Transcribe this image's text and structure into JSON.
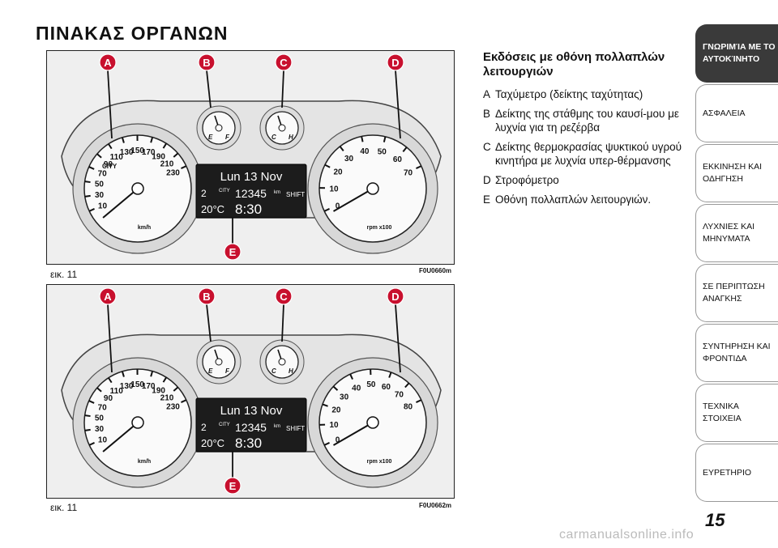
{
  "page_title": "ΠΙΝΑΚΑΣ ΟΡΓΑΝΩΝ",
  "figures": [
    {
      "caption": "εικ. 11",
      "code": "F0U0660m",
      "labels": [
        "A",
        "B",
        "C",
        "D",
        "E"
      ],
      "speedo_ticks": [
        "10",
        "30",
        "50",
        "70",
        "90",
        "110",
        "130",
        "150",
        "170",
        "190",
        "210",
        "230"
      ],
      "speedo_unit": "km/h",
      "tacho_ticks": [
        "0",
        "10",
        "20",
        "30",
        "40",
        "50",
        "60",
        "70"
      ],
      "tacho_unit": "rpm x100",
      "fuel_letters": [
        "E",
        "F"
      ],
      "temp_letters": [
        "C",
        "H"
      ],
      "city_label": "CITY",
      "display": {
        "line1": "Lun 13 Nov",
        "odo": "12345",
        "odo_unit": "km",
        "gear": "2",
        "temp": "20°C",
        "time": "8:30",
        "shift": "SHIFT",
        "city": "CITY"
      }
    },
    {
      "caption": "εικ. 11",
      "code": "F0U0662m",
      "labels": [
        "A",
        "B",
        "C",
        "D",
        "E"
      ],
      "speedo_ticks": [
        "10",
        "30",
        "50",
        "70",
        "90",
        "110",
        "130",
        "150",
        "170",
        "190",
        "210",
        "230"
      ],
      "speedo_unit": "km/h",
      "tacho_ticks": [
        "0",
        "10",
        "20",
        "30",
        "40",
        "50",
        "60",
        "70",
        "80"
      ],
      "tacho_unit": "rpm x100",
      "fuel_letters": [
        "E",
        "F"
      ],
      "temp_letters": [
        "C",
        "H"
      ],
      "city_label": "",
      "display": {
        "line1": "Lun 13 Nov",
        "odo": "12345",
        "odo_unit": "km",
        "gear": "2",
        "temp": "20°C",
        "time": "8:30",
        "shift": "SHIFT",
        "city": "CITY"
      }
    }
  ],
  "section": {
    "heading": "Εκδόσεις με οθόνη πολλαπλών λειτουργιών",
    "items": [
      {
        "key": "A",
        "text": "Ταχύμετρο (δείκτης ταχύτητας)"
      },
      {
        "key": "B",
        "text": "Δείκτης της στάθμης του καυσί-μου με λυχνία για τη ρεζέρβα"
      },
      {
        "key": "C",
        "text": "Δείκτης θερμοκρασίας ψυκτικού υγρού κινητήρα με λυχνία υπερ-θέρμανσης"
      },
      {
        "key": "D",
        "text": "Στροφόμετρο"
      },
      {
        "key": "E",
        "text": "Οθόνη πολλαπλών λειτουργιών."
      }
    ]
  },
  "tabs": [
    {
      "label": "ΓΝΩΡΙΜΊΑ ΜΕ ΤΟ\nΑΥΤΟΚΊΝΗΤΟ",
      "active": true
    },
    {
      "label": "ΑΣΦΑΛΕΙΑ",
      "active": false
    },
    {
      "label": "ΕΚΚΙΝΗΣΗ ΚΑΙ\nΟΔΗΓΗΣΗ",
      "active": false
    },
    {
      "label": "ΛΥΧΝΙΕΣ ΚΑΙ\nΜΗΝΥΜΑΤΑ",
      "active": false
    },
    {
      "label": "ΣΕ ΠΕΡΙΠΤΩΣΗ\nΑΝΑΓΚΗΣ",
      "active": false
    },
    {
      "label": "ΣΥΝΤΗΡΗΣΗ ΚΑΙ\nΦΡΟΝΤΙΔΑ",
      "active": false
    },
    {
      "label": "ΤΕΧΝΙΚΑ ΣΤΟΙΧΕΙΑ",
      "active": false
    },
    {
      "label": "ΕΥΡΕΤΗΡΙΟ",
      "active": false
    }
  ],
  "page_number": "15",
  "watermark": "carmanualsonline.info"
}
